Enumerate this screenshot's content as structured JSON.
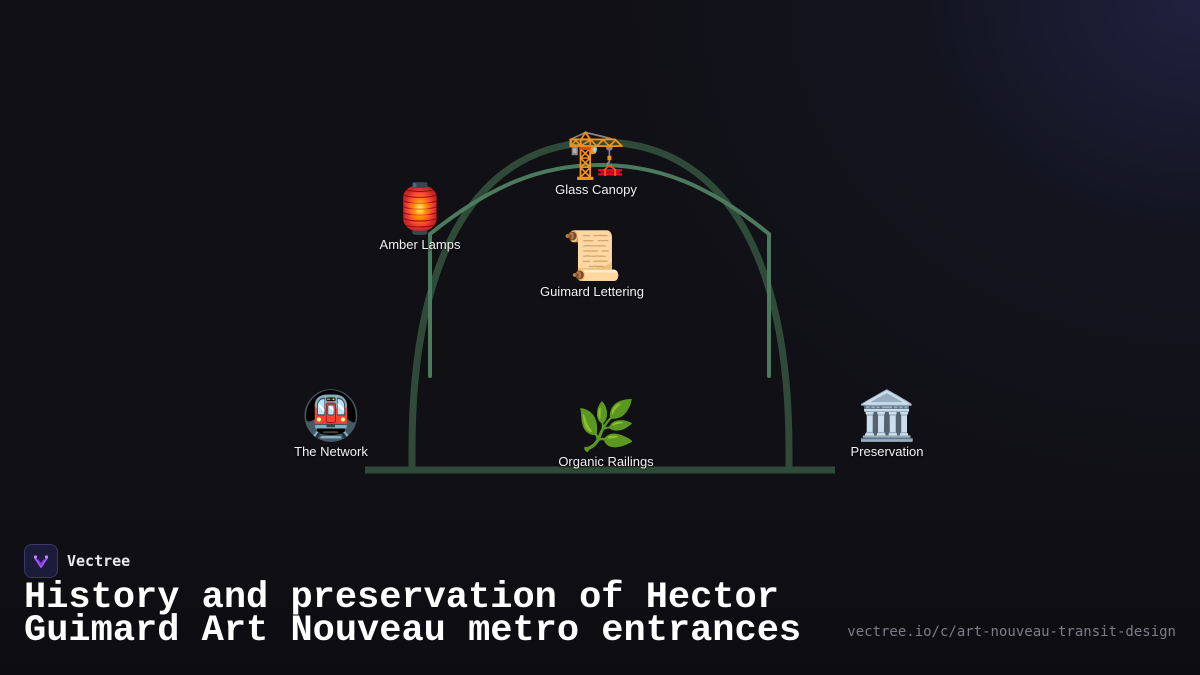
{
  "diagram": {
    "nodes": [
      {
        "id": "glass-canopy",
        "icon": "construction-crane-icon",
        "emoji": "🏗️",
        "label": "Glass Canopy"
      },
      {
        "id": "amber-lamps",
        "icon": "red-lantern-icon",
        "emoji": "🏮",
        "label": "Amber Lamps"
      },
      {
        "id": "guimard-lettering",
        "icon": "scroll-icon",
        "emoji": "📜",
        "label": "Guimard Lettering"
      },
      {
        "id": "the-network",
        "icon": "metro-train-icon",
        "emoji": "🚇",
        "label": "The Network"
      },
      {
        "id": "organic-railings",
        "icon": "herb-icon",
        "emoji": "🌿",
        "label": "Organic Railings"
      },
      {
        "id": "preservation",
        "icon": "classical-building-icon",
        "emoji": "🏛️",
        "label": "Preservation"
      }
    ],
    "colors": {
      "arch_outer": "#2f4a38",
      "arch_inner": "#4c7a5c",
      "background": "#101015"
    }
  },
  "footer": {
    "brand": "Vectree",
    "title": "History and preservation of Hector Guimard Art Nouveau metro entrances",
    "url": "vectree.io/c/art-nouveau-transit-design"
  }
}
